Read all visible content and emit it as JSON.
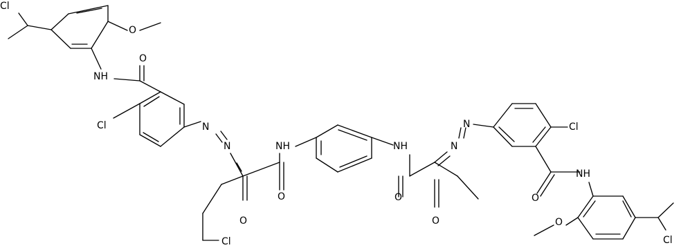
{
  "structure": {
    "atom_labels": {
      "cl_top_left": "Cl",
      "o_methoxy_left": "O",
      "o_amide_left": "O",
      "nh_amide_left": "NH",
      "cl_aryl_left": "Cl",
      "n_azo_left_1": "N",
      "n_azo_left_2": "N",
      "nh_center_left": "NH",
      "o_center_left": "O",
      "o_keto_left": "O",
      "cl_chain": "Cl",
      "nh_center_right": "NH",
      "n_azo_right_1": "N",
      "n_azo_right_2": "N",
      "cl_aryl_right": "Cl",
      "o_center_right": "O",
      "o_keto_right": "O",
      "o_amide_right": "O",
      "nh_amide_right": "NH",
      "o_methoxy_right": "O",
      "cl_bottom_right": "Cl"
    }
  }
}
